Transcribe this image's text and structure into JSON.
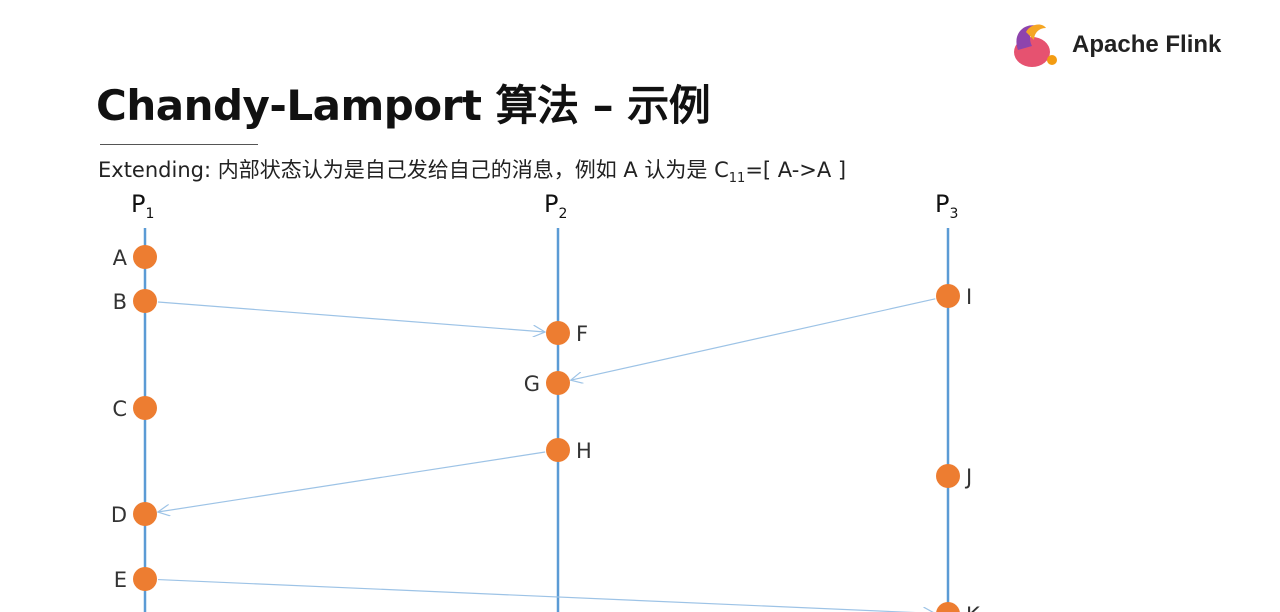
{
  "logo": {
    "text": "Apache Flink",
    "icon": "flink-squirrel-logo"
  },
  "title": "Chandy-Lamport 算法 – 示例",
  "subtitle": {
    "prefix": "Extending: 内部状态认为是自己发给自己的消息，例如 A 认为是 C",
    "sub": "11",
    "suffix": "=[ A->A ]"
  },
  "processes": [
    {
      "id": "P1",
      "name": "P",
      "sub": "1"
    },
    {
      "id": "P2",
      "name": "P",
      "sub": "2"
    },
    {
      "id": "P3",
      "name": "P",
      "sub": "3"
    }
  ],
  "events": [
    {
      "label": "A",
      "process": "P1"
    },
    {
      "label": "B",
      "process": "P1"
    },
    {
      "label": "C",
      "process": "P1"
    },
    {
      "label": "D",
      "process": "P1"
    },
    {
      "label": "E",
      "process": "P1"
    },
    {
      "label": "F",
      "process": "P2"
    },
    {
      "label": "G",
      "process": "P2"
    },
    {
      "label": "H",
      "process": "P2"
    },
    {
      "label": "I",
      "process": "P3"
    },
    {
      "label": "J",
      "process": "P3"
    },
    {
      "label": "K",
      "process": "P3"
    }
  ],
  "messages": [
    {
      "from": "B",
      "to": "F"
    },
    {
      "from": "I",
      "to": "G"
    },
    {
      "from": "H",
      "to": "D"
    },
    {
      "from": "E",
      "to": "K"
    }
  ],
  "colors": {
    "timeline": "#5b9bd5",
    "event": "#ed7d31",
    "message": "#9dc3e6"
  }
}
